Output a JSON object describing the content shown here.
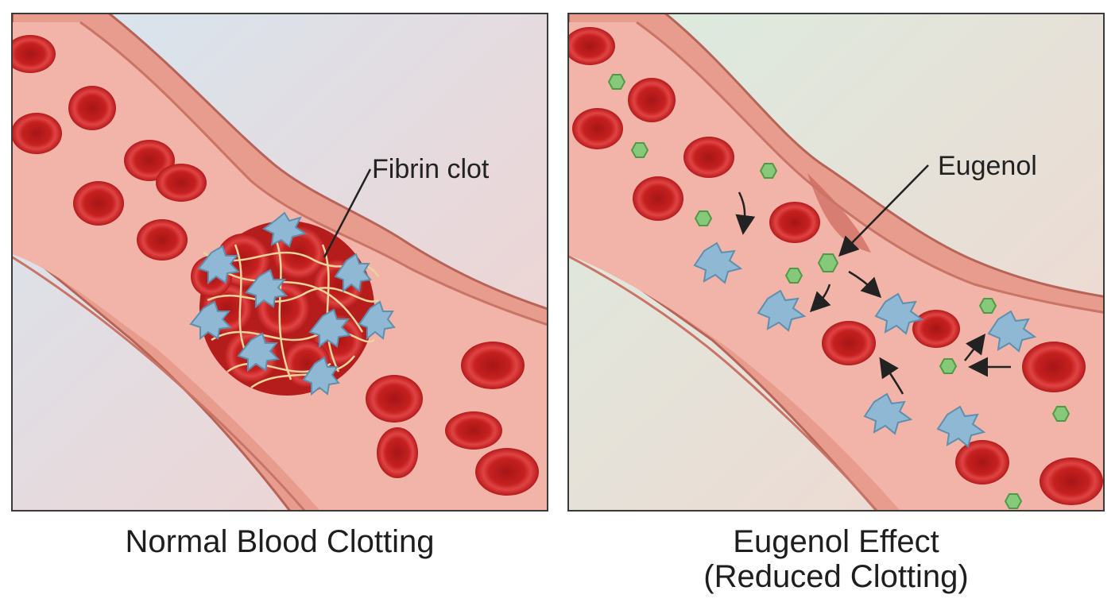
{
  "left_panel": {
    "label": "Fibrin clot",
    "caption": "Normal Blood Clotting"
  },
  "right_panel": {
    "label": "Eugenol",
    "caption_line1": "Eugenol Effect",
    "caption_line2": "(Reduced Clotting)"
  },
  "colors": {
    "red_blood_cell": "#d32a2a",
    "platelet": "#8fb8d4",
    "eugenol_molecule": "#86c97a",
    "vessel_wall": "#e79a8c",
    "fibrin": "#e8d29a"
  }
}
